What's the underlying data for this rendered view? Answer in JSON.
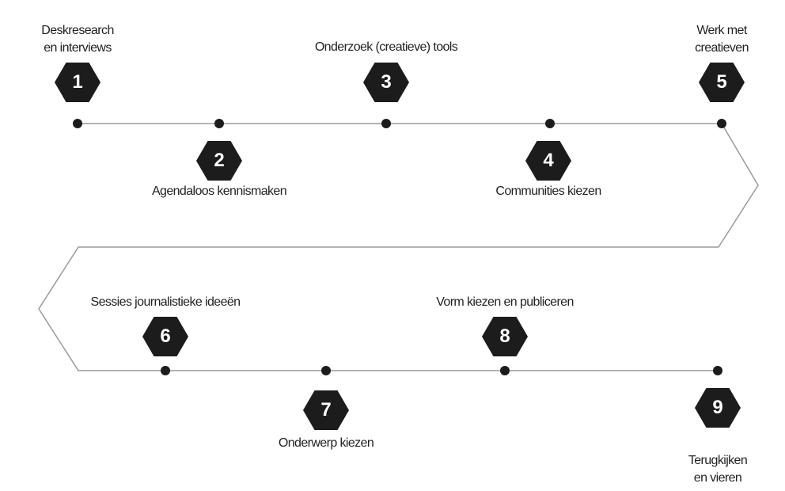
{
  "steps": [
    {
      "number": "1",
      "label": "Deskresearch\nen interviews"
    },
    {
      "number": "2",
      "label": "Agendaloos kennismaken"
    },
    {
      "number": "3",
      "label": "Onderzoek (creatieve) tools"
    },
    {
      "number": "4",
      "label": "Communities kiezen"
    },
    {
      "number": "5",
      "label": "Werk met\ncreatieven"
    },
    {
      "number": "6",
      "label": "Sessies journalistieke ideeën"
    },
    {
      "number": "7",
      "label": "Onderwerp kiezen"
    },
    {
      "number": "8",
      "label": "Vorm kiezen en publiceren"
    },
    {
      "number": "9",
      "label": "Terugkijken\nen vieren"
    }
  ],
  "colors": {
    "hex": "#1c1c1c",
    "line": "#9a9a9a",
    "dot": "#1c1c1c"
  }
}
